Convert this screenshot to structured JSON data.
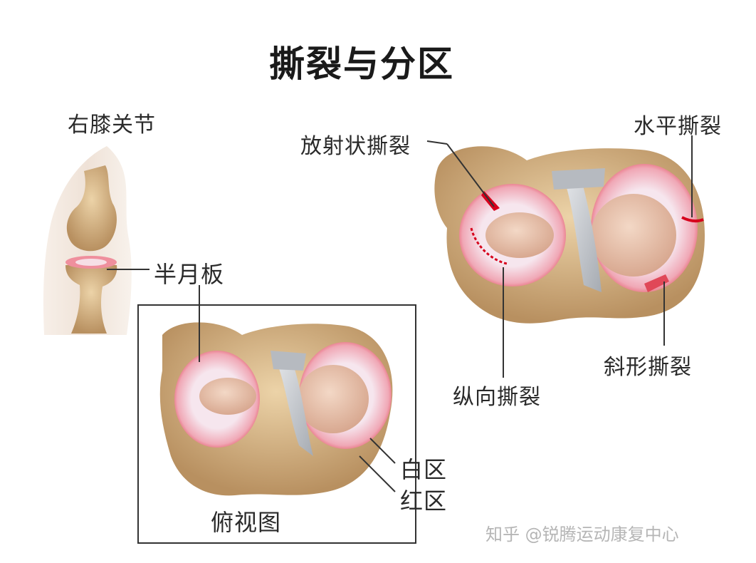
{
  "title": "撕裂与分区",
  "labels": {
    "right_knee": "右膝关节",
    "meniscus": "半月板",
    "top_view": "俯视图",
    "white_zone": "白区",
    "red_zone": "红区",
    "radial_tear": "放射状撕裂",
    "horizontal_tear": "水平撕裂",
    "longitudinal_tear": "纵向撕裂",
    "oblique_tear": "斜形撕裂"
  },
  "watermark": "知乎 @锐腾运动康复中心",
  "colors": {
    "bone": "#d9b98a",
    "meniscus_white": "#f4dde6",
    "meniscus_red": "#e87c8a",
    "cartilage": "#e9c1ae",
    "ligament": "#c8ccd1",
    "tear": "#d6001c"
  }
}
